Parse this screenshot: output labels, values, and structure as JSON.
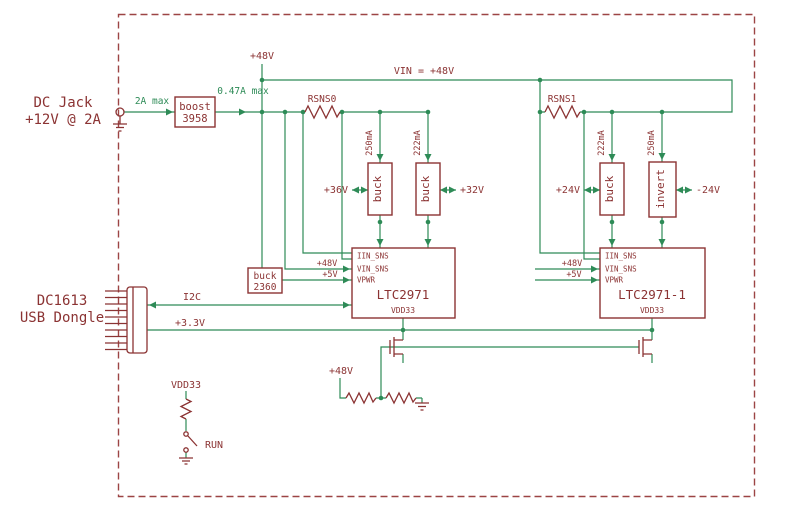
{
  "colors": {
    "symbol_maroon": "#8b3333",
    "wire_green": "#2e8b57",
    "border_dashed": "#9c4444",
    "background": "#ffffff"
  },
  "input_stage": {
    "jack_label_1": "DC Jack",
    "jack_label_2": "+12V @ 2A",
    "current_in": "2A max",
    "boost_name": "boost",
    "boost_part": "3958",
    "current_boost": "0.47A max",
    "rail_flag": "+48V",
    "vin_label": "VIN = +48V"
  },
  "left_bank": {
    "rsns_label": "RSNS0",
    "ch1_current": "250mA",
    "ch1_name": "buck",
    "ch1_out": "+36V",
    "ch2_current": "222mA",
    "ch2_name": "buck",
    "ch2_out": "+32V",
    "pin_iin": "IIN_SNS",
    "pin_vin": "VIN_SNS",
    "pin_vpwr": "VPWR",
    "rail_48": "+48V",
    "rail_5": "+5V",
    "ic_name": "LTC2971",
    "vdd_pin": "VDD33",
    "aux_name": "buck",
    "aux_part": "2360"
  },
  "right_bank": {
    "rsns_label": "RSNS1",
    "ch1_current": "222mA",
    "ch1_name": "buck",
    "ch1_out": "+24V",
    "ch2_current": "250mA",
    "ch2_name": "invert",
    "ch2_out": "-24V",
    "pin_iin": "IIN_SNS",
    "pin_vin": "VIN_SNS",
    "pin_vpwr": "VPWR",
    "rail_48": "+48V",
    "rail_5": "+5V",
    "ic_name": "LTC2971-1",
    "vdd_pin": "VDD33"
  },
  "dongle": {
    "name_1": "DC1613",
    "name_2": "USB Dongle",
    "bus_label": "I2C",
    "rail_label": "+3.3V"
  },
  "bottom": {
    "rail_label": "+48V",
    "vdd_label": "VDD33",
    "run_label": "RUN"
  }
}
